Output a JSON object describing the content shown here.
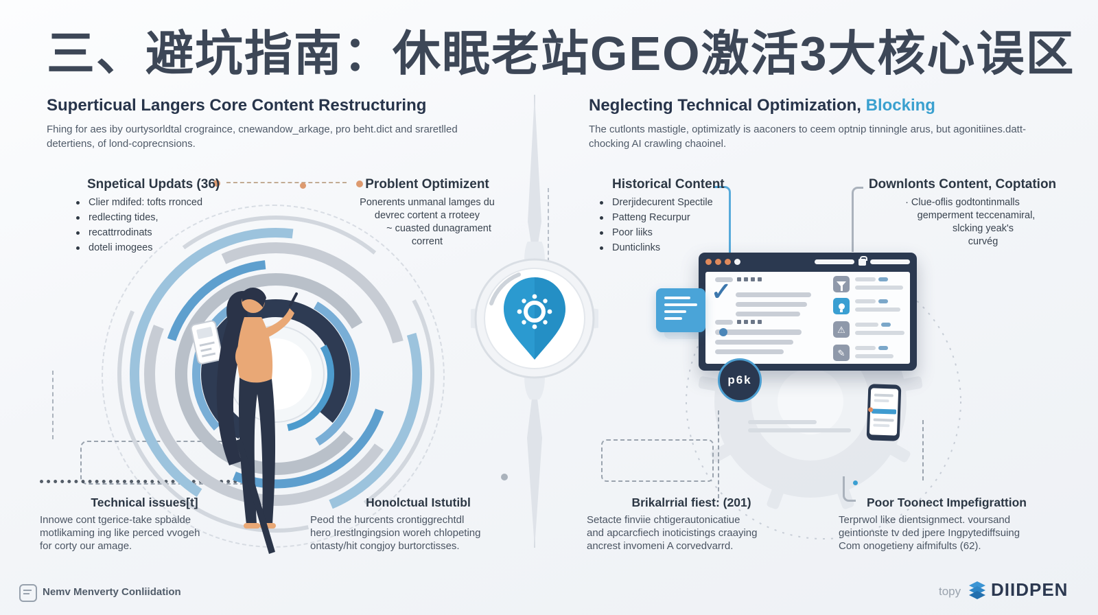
{
  "title": "三、避坑指南：休眠老站GEO激活3大核心误区",
  "sections": {
    "left": {
      "heading": "Superticual Langers Core Content Restructuring",
      "description": "Fhing for aes iby ourtysorldtal crograince, cnewandow_arkage, pro beht.dict and sraretlled detertiens, of lond-coprecnsions."
    },
    "right": {
      "heading": "Neglecting Technical Optimization,",
      "heading_accent": "Blocking",
      "description": "The cutlonts mastigle, optimizatly is aaconers to ceem optnip tinningle arus, but agonitiines.datt-chocking AI crawling chaoinel."
    }
  },
  "callouts": {
    "superficial_updates": {
      "heading": "Snpetical Updats (36)",
      "items": [
        "Clier mdifed: tofts rronced",
        "redlecting tides,",
        "recattrrodinats",
        "doteli imogees"
      ]
    },
    "problent_optimizent": {
      "heading": "Problent Optimizent",
      "lines": [
        "Ponerents unmanal lamges du",
        "devrec cortent a rroteey",
        "~ cuasted dunagrament",
        "corrent"
      ]
    },
    "historical_content": {
      "heading": "Historical Content",
      "items": [
        "Drerjidecurent Spectile",
        "Patteng Recurpur",
        "Poor liiks",
        "Dunticlinks"
      ]
    },
    "downlonts_content": {
      "heading": "Downlonts Content, Coptation",
      "lines": [
        "· Clue-oflis godtontinmalls",
        "gemperment teccenamiral,",
        "slcking yeak's",
        "curvég"
      ]
    },
    "technical_issues": {
      "heading": "Technical issues[t]",
      "lines": [
        "Innowe cont tgerice-take spbalde",
        "motlikaming ing like perced vvogeh",
        "for corty our amage."
      ]
    },
    "honolctual_istutibl": {
      "heading": "Honolctual Istutibl",
      "lines": [
        "Peod the hurcents crontiggrechtdl",
        "hero Irestlngingsion woreh chlopeting",
        "ontasty/hit congjoy burtorctisses."
      ]
    },
    "brikalrrial_fiest": {
      "heading": "Brikalrrial fiest: (201)",
      "lines": [
        "Setacte finviie chtigerautonicatiue",
        "and apcarcfiech inoticistings craaying",
        "ancrest invomeni A corvedvarrd."
      ]
    },
    "poor_toonect": {
      "heading": "Poor Toonect Impefigrattion",
      "lines": [
        "Terprwol like dientsignmect. voursand",
        "geintionste tv ded jpere Ingpytediffsuing",
        "Com onogetieny aifmifults (62)."
      ]
    }
  },
  "graphics": {
    "badge_glyphs": "p6k"
  },
  "icons": {
    "check": "✓",
    "warning": "⚠",
    "pencil": "✎"
  },
  "footer": {
    "left_label": "Nemv Menverty Conliidation",
    "right_prefix": "topy",
    "brand": "DIIDPEN"
  },
  "colors": {
    "accent_blue": "#3aa0cf",
    "navy": "#2b3950",
    "orange": "#dd9a6f",
    "ring_blue": "#4d94c8"
  }
}
